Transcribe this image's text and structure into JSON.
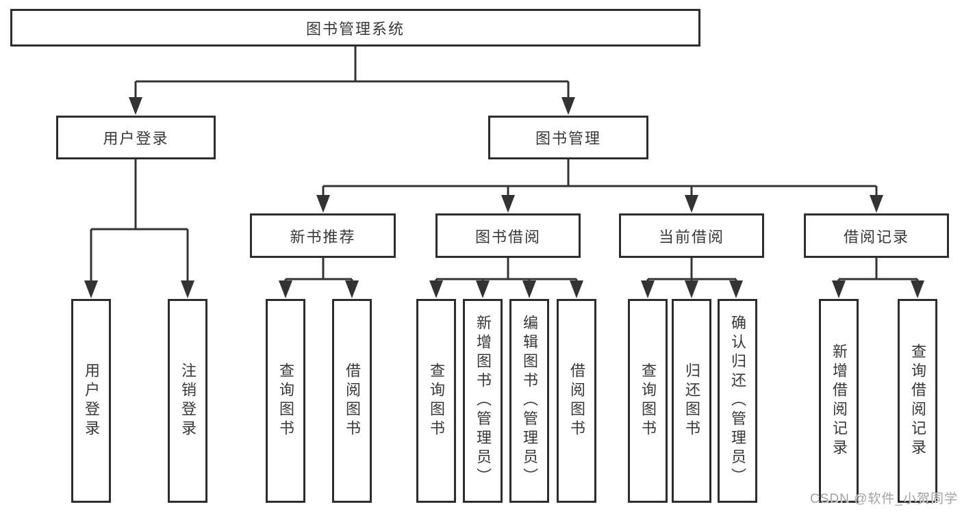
{
  "colors": {
    "line": "#333333",
    "box_border": "#2d2d2d",
    "box_background": "#ffffff",
    "label_text": "#383838",
    "watermark_text": "#a3a3a3"
  },
  "watermark": {
    "text": "CSDN @软件_小贺同学"
  },
  "tree": {
    "root": {
      "label": "图书管理系统",
      "children": [
        {
          "label": "用户登录",
          "children": [
            {
              "label": "用户登录"
            },
            {
              "label": "注销登录"
            }
          ]
        },
        {
          "label": "图书管理",
          "children": [
            {
              "label": "新书推荐",
              "children": [
                {
                  "label": "查询图书"
                },
                {
                  "label": "借阅图书"
                }
              ]
            },
            {
              "label": "图书借阅",
              "children": [
                {
                  "label": "查询图书"
                },
                {
                  "label": "新增图书（管理员）"
                },
                {
                  "label": "编辑图书（管理员）"
                },
                {
                  "label": "借阅图书"
                }
              ]
            },
            {
              "label": "当前借阅",
              "children": [
                {
                  "label": "查询图书"
                },
                {
                  "label": "归还图书"
                },
                {
                  "label": "确认归还（管理员）"
                }
              ]
            },
            {
              "label": "借阅记录",
              "children": [
                {
                  "label": "新增借阅记录"
                },
                {
                  "label": "查询借阅记录"
                }
              ]
            }
          ]
        }
      ]
    }
  }
}
